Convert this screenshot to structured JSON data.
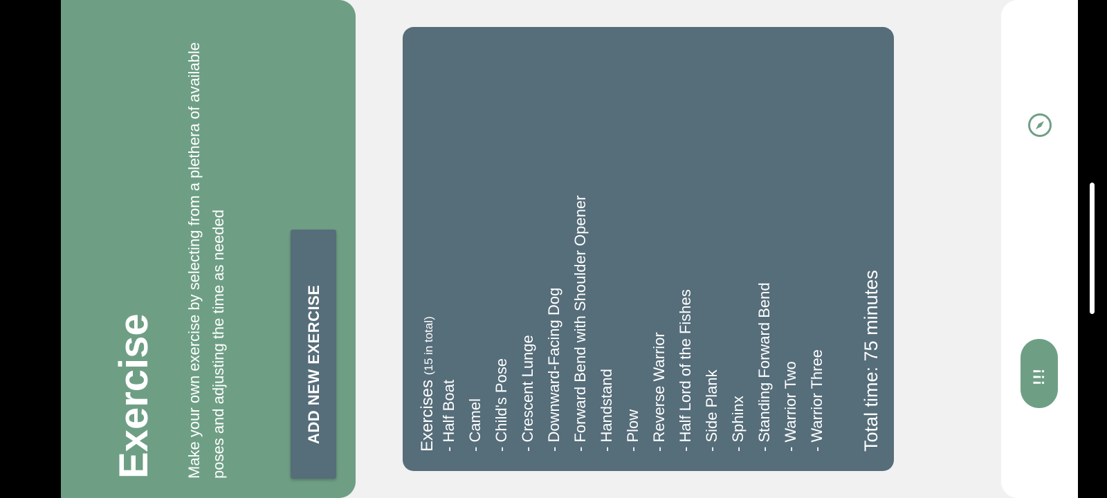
{
  "hero": {
    "title": "Exercise",
    "description": "Make your own exercise by selecting from a plethera of available poses and adjusting the time as needed",
    "add_button_label": "ADD NEW EXERCISE"
  },
  "exercises": {
    "header": "Exercises",
    "count_note": "(15 in total)",
    "items": [
      "- Half Boat",
      "- Camel",
      "- Child's Pose",
      "- Crescent Lunge",
      "- Downward-Facing Dog",
      "- Forward Bend with Shoulder Opener",
      "- Handstand",
      "- Plow",
      "- Reverse Warrior",
      "- Half Lord of the Fishes",
      "- Side Plank",
      "- Sphinx",
      "- Standing Forward Bend",
      "- Warrior Two",
      "- Warrior Three"
    ],
    "total_time": "Total time: 75 minutes"
  },
  "nav": {
    "compass_icon": "compass-icon",
    "fab_label": "!!!"
  },
  "colors": {
    "primary_green": "#6e9f85",
    "slate": "#566d7a",
    "background": "#f1f1f1"
  }
}
